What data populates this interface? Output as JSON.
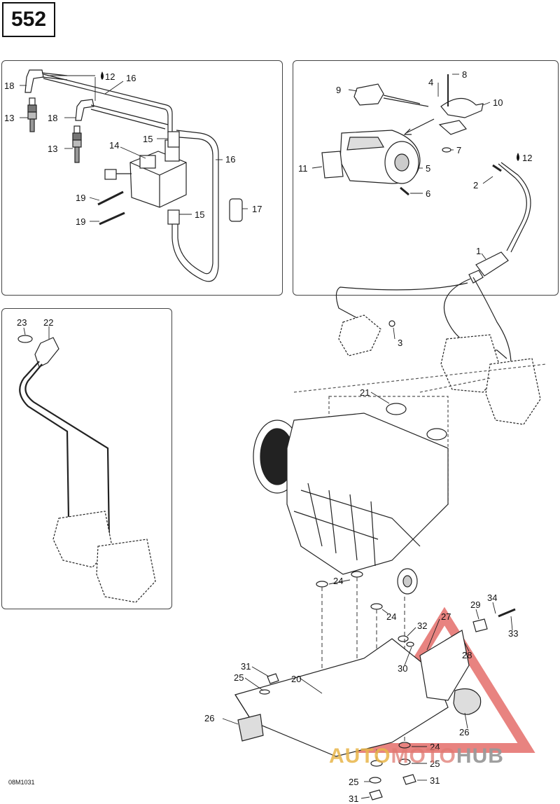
{
  "page_number": "552",
  "drawing_code": "08M1031",
  "watermark": {
    "part1": "AUTO",
    "part2": "MOTO",
    "part3": "HUB"
  },
  "callouts": {
    "c1": "1",
    "c2": "2",
    "c3": "3",
    "c4": "4",
    "c5": "5",
    "c6": "6",
    "c7": "7",
    "c8": "8",
    "c9": "9",
    "c10": "10",
    "c11": "11",
    "c12a": "12",
    "c12b": "12",
    "c13a": "13",
    "c13b": "13",
    "c14": "14",
    "c15a": "15",
    "c15b": "15",
    "c16a": "16",
    "c16b": "16",
    "c17": "17",
    "c18a": "18",
    "c18b": "18",
    "c19a": "19",
    "c19b": "19",
    "c20": "20",
    "c21": "21",
    "c22": "22",
    "c23": "23",
    "c24a": "24",
    "c24b": "24",
    "c24c": "24",
    "c25a": "25",
    "c25b": "25",
    "c25c": "25",
    "c26a": "26",
    "c26b": "26",
    "c27": "27",
    "c28": "28",
    "c29": "29",
    "c30": "30",
    "c31a": "31",
    "c31b": "31",
    "c31c": "31",
    "c32": "32",
    "c33": "33",
    "c34": "34"
  },
  "colors": {
    "line": "#222222",
    "dashed": "#555555",
    "watermark_red": "#e05a55"
  }
}
